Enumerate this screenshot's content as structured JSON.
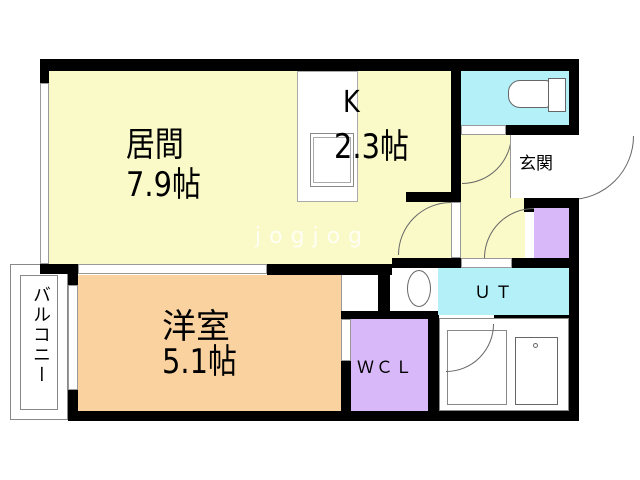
{
  "rooms": {
    "living": {
      "name": "居間",
      "size": "7.9帖"
    },
    "kitchen": {
      "name": "K",
      "size": "2.3帖"
    },
    "western": {
      "name": "洋室",
      "size": "5.1帖"
    },
    "entrance": {
      "name": "玄関"
    },
    "unit_toilet": {
      "name": "ＵＴ"
    },
    "closet": {
      "name": "ＷＣＬ"
    },
    "balcony": {
      "name": "バルコニー"
    }
  },
  "watermark": "jogjog",
  "colors": {
    "living": "#fafac8",
    "western": "#fad2a0",
    "wet_area": "#b4f0f8",
    "storage": "#d8b8f8",
    "wall": "#000000"
  }
}
